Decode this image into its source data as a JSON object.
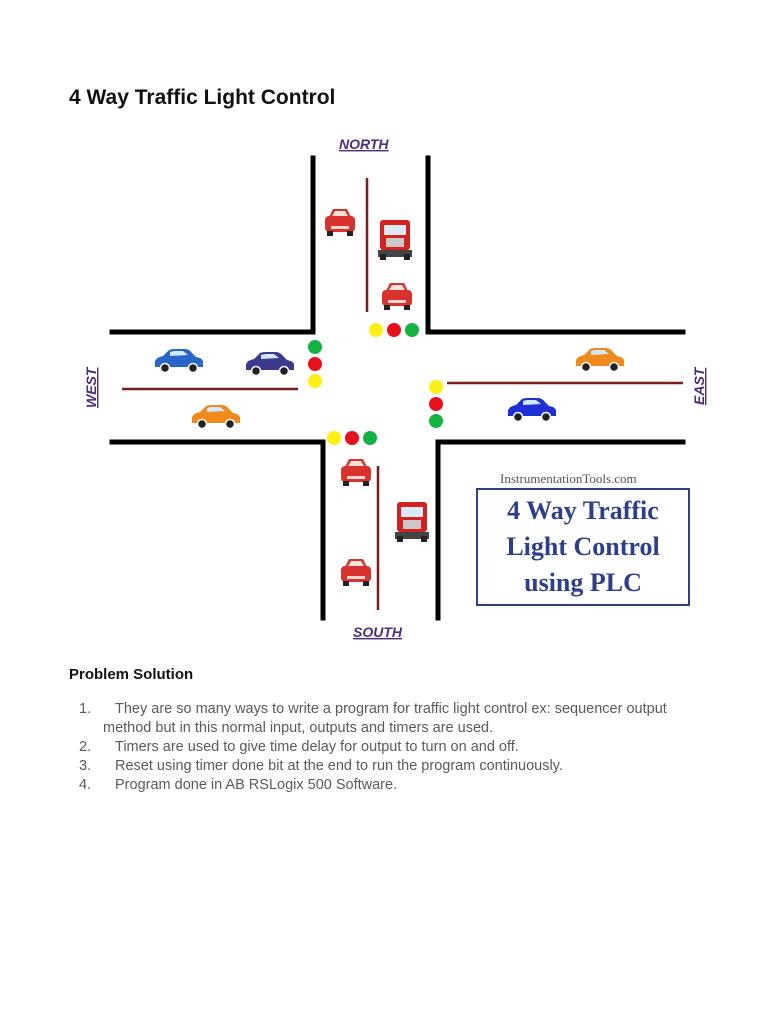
{
  "title": "4 Way Traffic Light Control",
  "diagram": {
    "north_label": "NORTH",
    "south_label": "SOUTH",
    "west_label": "WEST",
    "east_label": "EAST",
    "watermark": "InstrumentationTools.com",
    "promo_lines": [
      "4 Way Traffic",
      "Light Control",
      "using PLC"
    ],
    "light_colors": {
      "red": "#e8111b",
      "yellow": "#ffef12",
      "green": "#12b340"
    },
    "icons": [
      "traffic-light-icon",
      "car-icon",
      "truck-icon"
    ]
  },
  "section_heading": "Problem Solution",
  "solution_items": [
    {
      "number": "1.",
      "text": "They are so many ways to write a program for traffic light control ex: sequencer output method but in this normal input, outputs and timers are used."
    },
    {
      "number": "2.",
      "text": "Timers are used to give time delay for output to turn on and off."
    },
    {
      "number": "3.",
      "text": "Reset using timer done bit at the end to run the program continuously."
    },
    {
      "number": "4.",
      "text": "Program done in AB RSLogix 500 Software."
    }
  ]
}
